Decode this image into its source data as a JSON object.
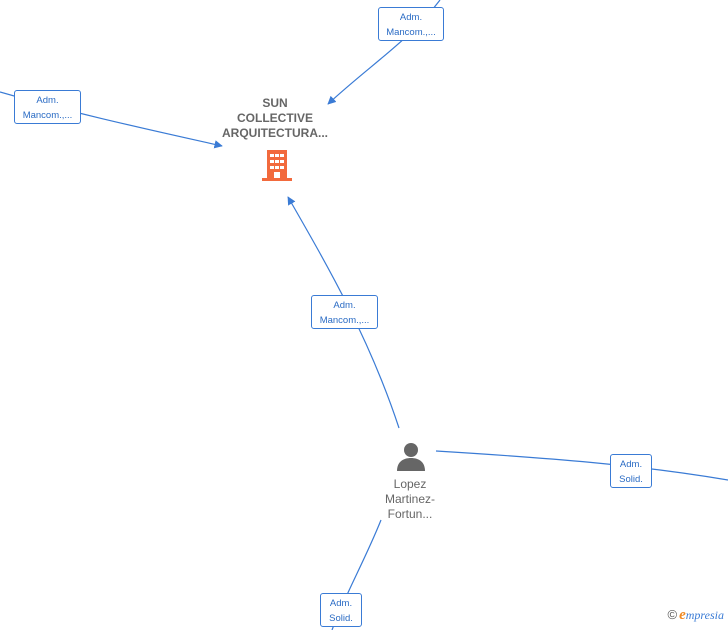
{
  "company": {
    "name_lines": [
      "SUN",
      "COLLECTIVE",
      "ARQUITECTURA..."
    ],
    "icon": "building-icon",
    "color": "#f26a3d"
  },
  "person": {
    "name_lines": [
      "Lopez",
      "Martinez-",
      "Fortun..."
    ],
    "icon": "person-icon",
    "color": "#666666"
  },
  "edge_labels": {
    "top": [
      "Adm.",
      "Mancom.,..."
    ],
    "left": [
      "Adm.",
      "Mancom.,..."
    ],
    "middle": [
      "Adm.",
      "Mancom.,..."
    ],
    "right": [
      "Adm.",
      "Solid."
    ],
    "bottom": [
      "Adm.",
      "Solid."
    ]
  },
  "colors": {
    "edge": "#3a7bd5",
    "label_text": "#2a6bc4"
  },
  "watermark": {
    "copyright": "©",
    "brand_initial": "e",
    "brand_rest": "mpresia"
  }
}
